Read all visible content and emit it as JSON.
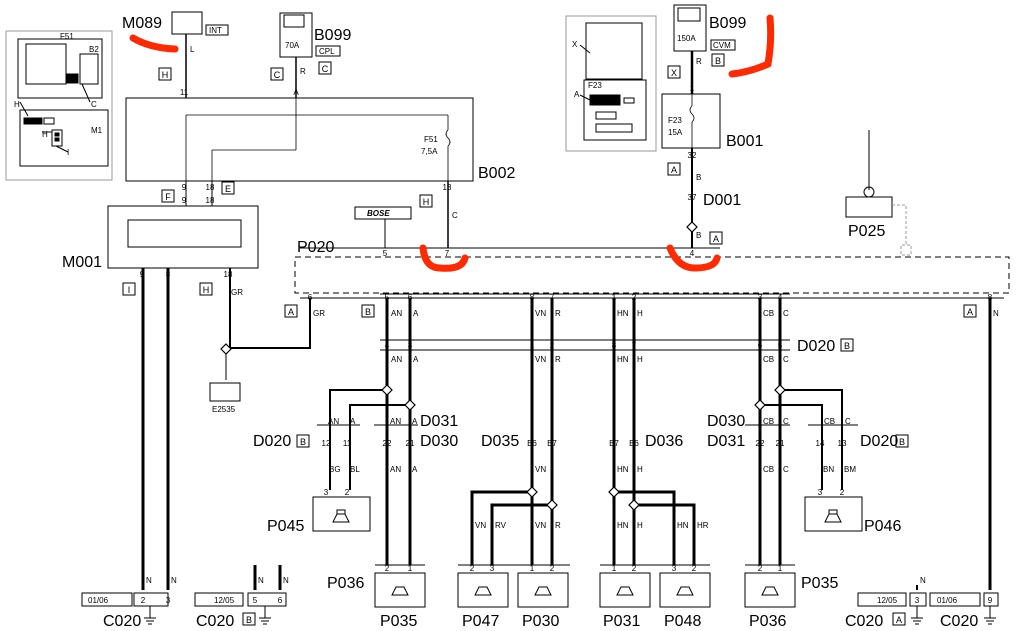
{
  "components": {
    "m089": "M089",
    "b099_left": "B099",
    "b099_right": "B099",
    "b001": "B001",
    "b002": "B002",
    "d001": "D001",
    "m001": "M001",
    "p020": "P020",
    "p025": "P025",
    "e2535": "E2535",
    "d020_right": "D020",
    "d020_left": "D020",
    "d020_left2": "D020",
    "d031_left": "D031",
    "d030_left": "D030",
    "d035": "D035",
    "d036": "D036",
    "d030_right": "D030",
    "d031_right": "D031",
    "p045": "P045",
    "p046": "P046",
    "p036_left": "P036",
    "p035_left": "P035",
    "p047": "P047",
    "p030": "P030",
    "p031": "P031",
    "p048": "P048",
    "p036_right": "P036",
    "p035_right": "P035",
    "c020_1": "C020",
    "c020_2": "C020",
    "c020_3": "C020",
    "c020_4": "C020"
  },
  "box_labels": {
    "int": "INT",
    "cpl": "CPL",
    "cvm": "CVM",
    "fuse_70a": "70A",
    "fuse_150a": "150A",
    "f51": "F51",
    "f51_amp": "7,5A",
    "f23": "F23",
    "f23_amp": "15A",
    "inset_f51": "F51",
    "inset_b2": "B2",
    "inset_m1": "M1",
    "inset_h": "H",
    "inset_c": "C",
    "inset_h2": "H",
    "inset_i": "I",
    "inset2_x": "X",
    "inset2_f23": "F23",
    "inset2_a": "A",
    "bose": "BOSE"
  },
  "tags": {
    "h1": "H",
    "c1": "C",
    "c2": "C",
    "x1": "X",
    "b1": "B",
    "a1": "A",
    "a2": "A",
    "e1": "E",
    "f1": "F",
    "h2": "H",
    "i1": "I",
    "h3": "H",
    "a3": "A",
    "b2": "B",
    "a4": "A",
    "b3": "B",
    "b4": "B",
    "b5": "B",
    "c020_b": "B",
    "c020_a": "A"
  },
  "pins": {
    "m089_11": "11",
    "b002_a": "A",
    "b002_9": "9",
    "b002_18": "18",
    "b002_13": "13",
    "m001_9t": "9",
    "m001_18t": "18",
    "m001_9b": "9",
    "m001_8b": "8",
    "m001_18b": "18",
    "b001_1": "1",
    "b001_32": "32",
    "d001_37": "37",
    "p020_5": "5",
    "p020_7": "7",
    "p020_4": "4",
    "p020_6": "6",
    "p020_5b": "5",
    "p020_6b": "6",
    "p020_8": "8",
    "p020_7b": "7",
    "p020_1": "1",
    "p020_2": "2",
    "p020_3": "3",
    "p020_4b": "4",
    "p020_8r": "8",
    "d020_4": "4",
    "d020_3": "3",
    "d020_1": "1",
    "d020_2": "2",
    "d020_8": "8",
    "d020_7": "7",
    "d020_6": "6",
    "d020_5": "5",
    "d020l_12": "12",
    "d020l_11": "11",
    "d030_22": "22",
    "d030_21": "21",
    "d035_b6": "B6",
    "d035_b7": "B7",
    "d036_b7": "B7",
    "d036_b6": "B6",
    "d031_22": "22",
    "d031_21": "21",
    "d020r_14": "14",
    "d020r_13": "13",
    "p045_3": "3",
    "p045_2": "2",
    "p046_3": "3",
    "p046_2": "2",
    "p035_2": "2",
    "p035_1": "1",
    "p047_2": "2",
    "p047_3": "3",
    "p030_1": "1",
    "p030_2": "2",
    "p031_1": "1",
    "p031_2": "2",
    "p048_3": "3",
    "p048_2": "2",
    "p036_2": "2",
    "p036_1": "1",
    "c020_2": "2",
    "c020_3": "3",
    "c020_5": "5",
    "c020_6": "6",
    "c020_3b": "3",
    "c020_9": "9"
  },
  "wires": {
    "l": "L",
    "r1": "R",
    "r2": "R",
    "b1": "B",
    "b2": "B",
    "c": "C",
    "gr1": "GR",
    "gr2": "GR",
    "an1": "AN",
    "a1": "A",
    "vn1": "VN",
    "r3": "R",
    "hn1": "HN",
    "h1": "H",
    "cb1": "CB",
    "c1": "C",
    "n_right": "N",
    "an2": "AN",
    "a2": "A",
    "vn2": "VN",
    "r4": "R",
    "hn2": "HN",
    "h2": "H",
    "cb2": "CB",
    "c2": "C",
    "an3": "AN",
    "a3": "A",
    "an4": "AN",
    "a4": "A",
    "cb3": "CB",
    "c3": "C",
    "cb4": "CB",
    "c4": "C",
    "bg": "BG",
    "bl": "BL",
    "an5": "AN",
    "a5": "A",
    "vn3": "VN",
    "hn3": "HN",
    "h3": "H",
    "cb5": "CB",
    "c5": "C",
    "bn": "BN",
    "bm": "BM",
    "vn4": "VN",
    "rv": "RV",
    "vn5": "VN",
    "r5": "R",
    "hn4": "HN",
    "h4": "H",
    "hn5": "HN",
    "hr": "HR",
    "n1": "N",
    "n2": "N",
    "n3": "N",
    "n4": "N",
    "n5": "N"
  },
  "date_tags": {
    "t1": "01/06",
    "t2": "12/05",
    "t3": "12/05",
    "t4": "01/06"
  },
  "colors": {
    "ink": "#000000",
    "highlight": "#ff2a00",
    "inset_bg": "#ffffff"
  }
}
